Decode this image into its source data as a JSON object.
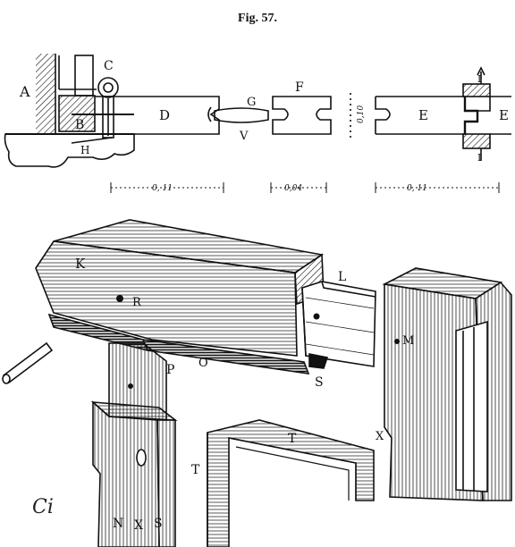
{
  "figure": {
    "title": "Fig. 57.",
    "signature": "Ci"
  },
  "plan": {
    "labels": {
      "A": "A",
      "B": "B",
      "C": "C",
      "D": "D",
      "H": "H",
      "G": "G",
      "V": "V",
      "F": "F",
      "E_left": "E",
      "E_right": "E",
      "I_top": "I",
      "I_bottom": "I",
      "gap": "0,10"
    },
    "dimensions": {
      "left": "0, 11",
      "middle": "0,04",
      "right": "0, 11"
    }
  },
  "perspective": {
    "labels": {
      "K": "K",
      "R": "R",
      "L": "L",
      "O": "O",
      "S_top": "S",
      "M": "M",
      "X_right": "X",
      "P": "P",
      "T_frame": "T",
      "T_left": "T",
      "N": "N",
      "X_bottom": "X",
      "S_bottom": "S"
    }
  }
}
